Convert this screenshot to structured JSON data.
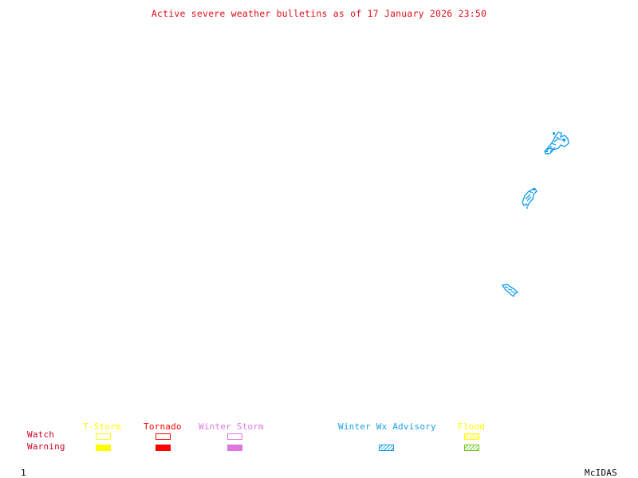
{
  "title": "Active severe weather bulletins as of 17 January 2026 23:50",
  "legend": {
    "row_labels": {
      "watch": "Watch",
      "warning": "Warning"
    },
    "categories": [
      {
        "label": "T-Storm",
        "color": "#ffff00",
        "watch_style": "outline",
        "warning_style": "filled"
      },
      {
        "label": "Tornado",
        "color": "#ff0000",
        "watch_style": "outline",
        "warning_style": "filled"
      },
      {
        "label": "Winter Storm",
        "color": "#dd77dd",
        "watch_style": "outline",
        "warning_style": "filled"
      },
      {
        "label": "Winter Wx Advisory",
        "color": "#1aa0ee",
        "watch_style": "none",
        "warning_style": "hatched"
      },
      {
        "label": "Flood",
        "color": "#ffff00",
        "warning_color": "#77cc22",
        "watch_style": "hatched",
        "warning_style": "hatched"
      }
    ]
  },
  "alerts": [
    {
      "type": "Winter Wx Advisory",
      "area": "northeast cluster"
    },
    {
      "type": "Winter Wx Advisory",
      "area": "central-east cluster"
    },
    {
      "type": "Winter Wx Advisory",
      "area": "southeast cluster"
    }
  ],
  "footer": {
    "frame": "1",
    "brand": "McIDAS"
  },
  "colors": {
    "title": "#e0101a",
    "row_label": "#cc0022",
    "advisory": "#1aa0ee"
  }
}
